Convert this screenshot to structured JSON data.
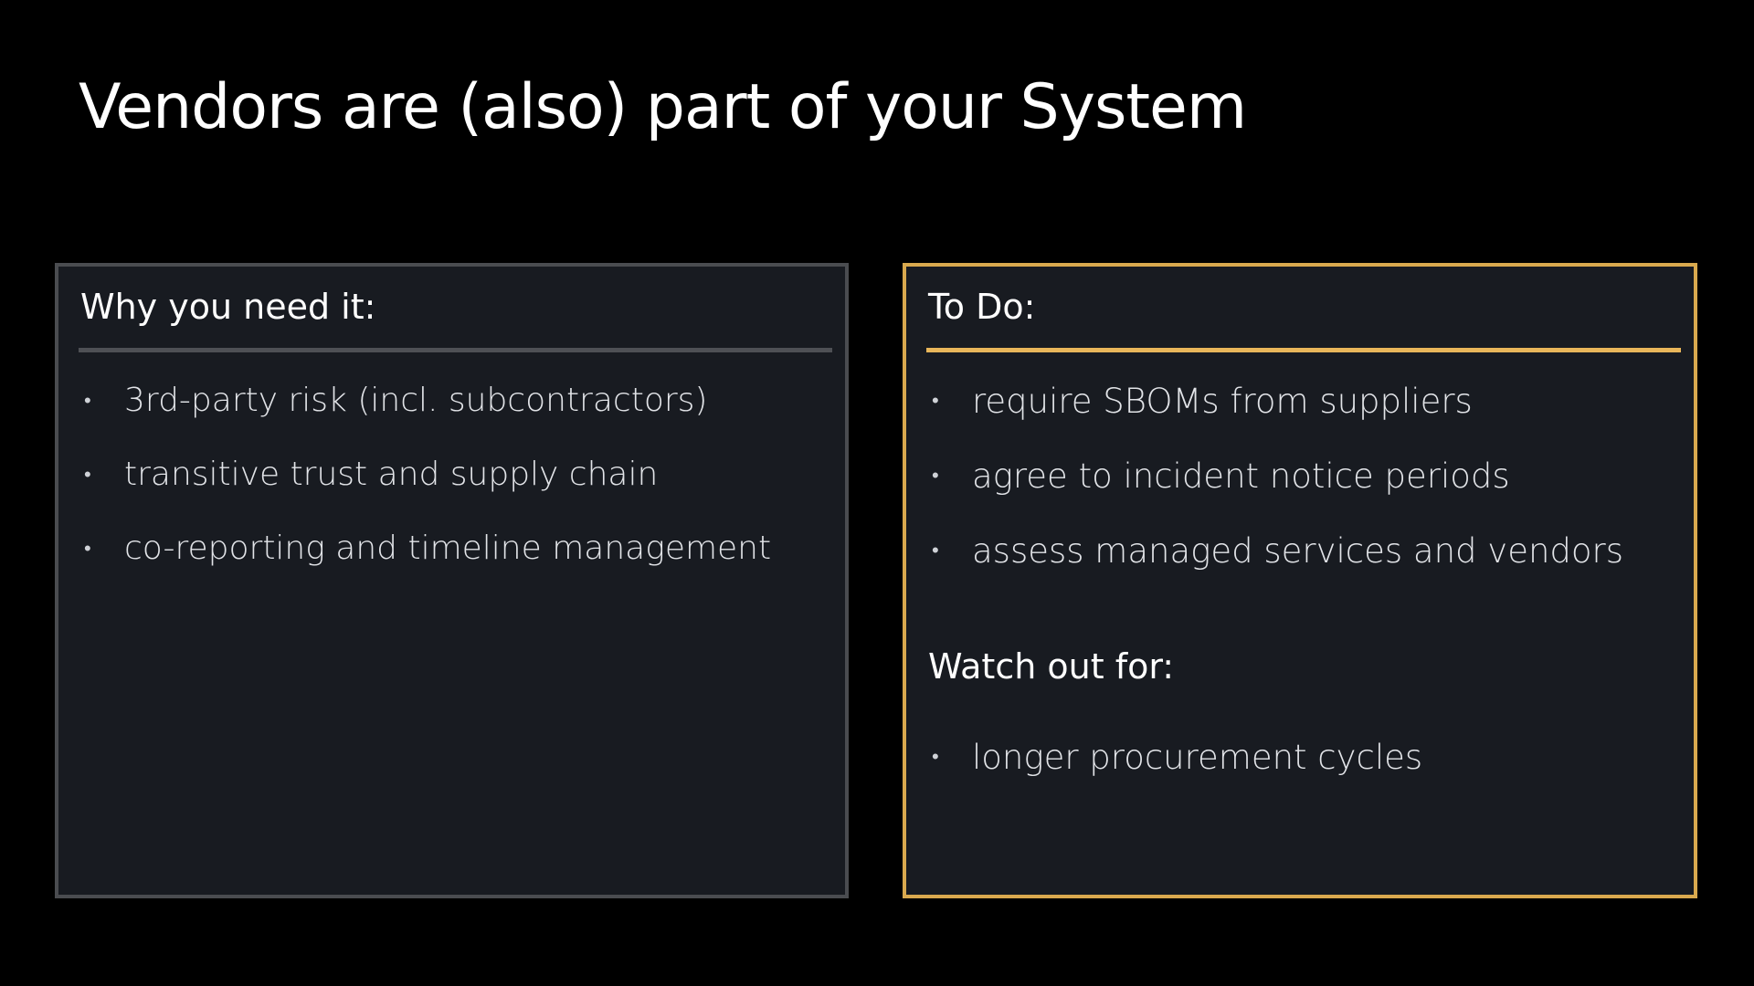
{
  "slide": {
    "title": "Vendors are (also) part of your System"
  },
  "left_panel": {
    "heading": "Why you need it:",
    "items": [
      "3rd-party risk (incl. subcontractors)",
      "transitive trust and supply chain",
      "co-reporting and timeline management"
    ]
  },
  "right_panel": {
    "heading": "To Do:",
    "items": [
      "require SBOMs from suppliers",
      "agree to incident notice periods",
      "assess managed services and vendors"
    ],
    "watch_heading": "Watch out for:",
    "watch_items": [
      "longer procurement cycles"
    ]
  },
  "colors": {
    "background": "#000000",
    "panel_fill": "#181b21",
    "left_border": "#4a4c50",
    "right_border_accent": "#d9a94e"
  }
}
